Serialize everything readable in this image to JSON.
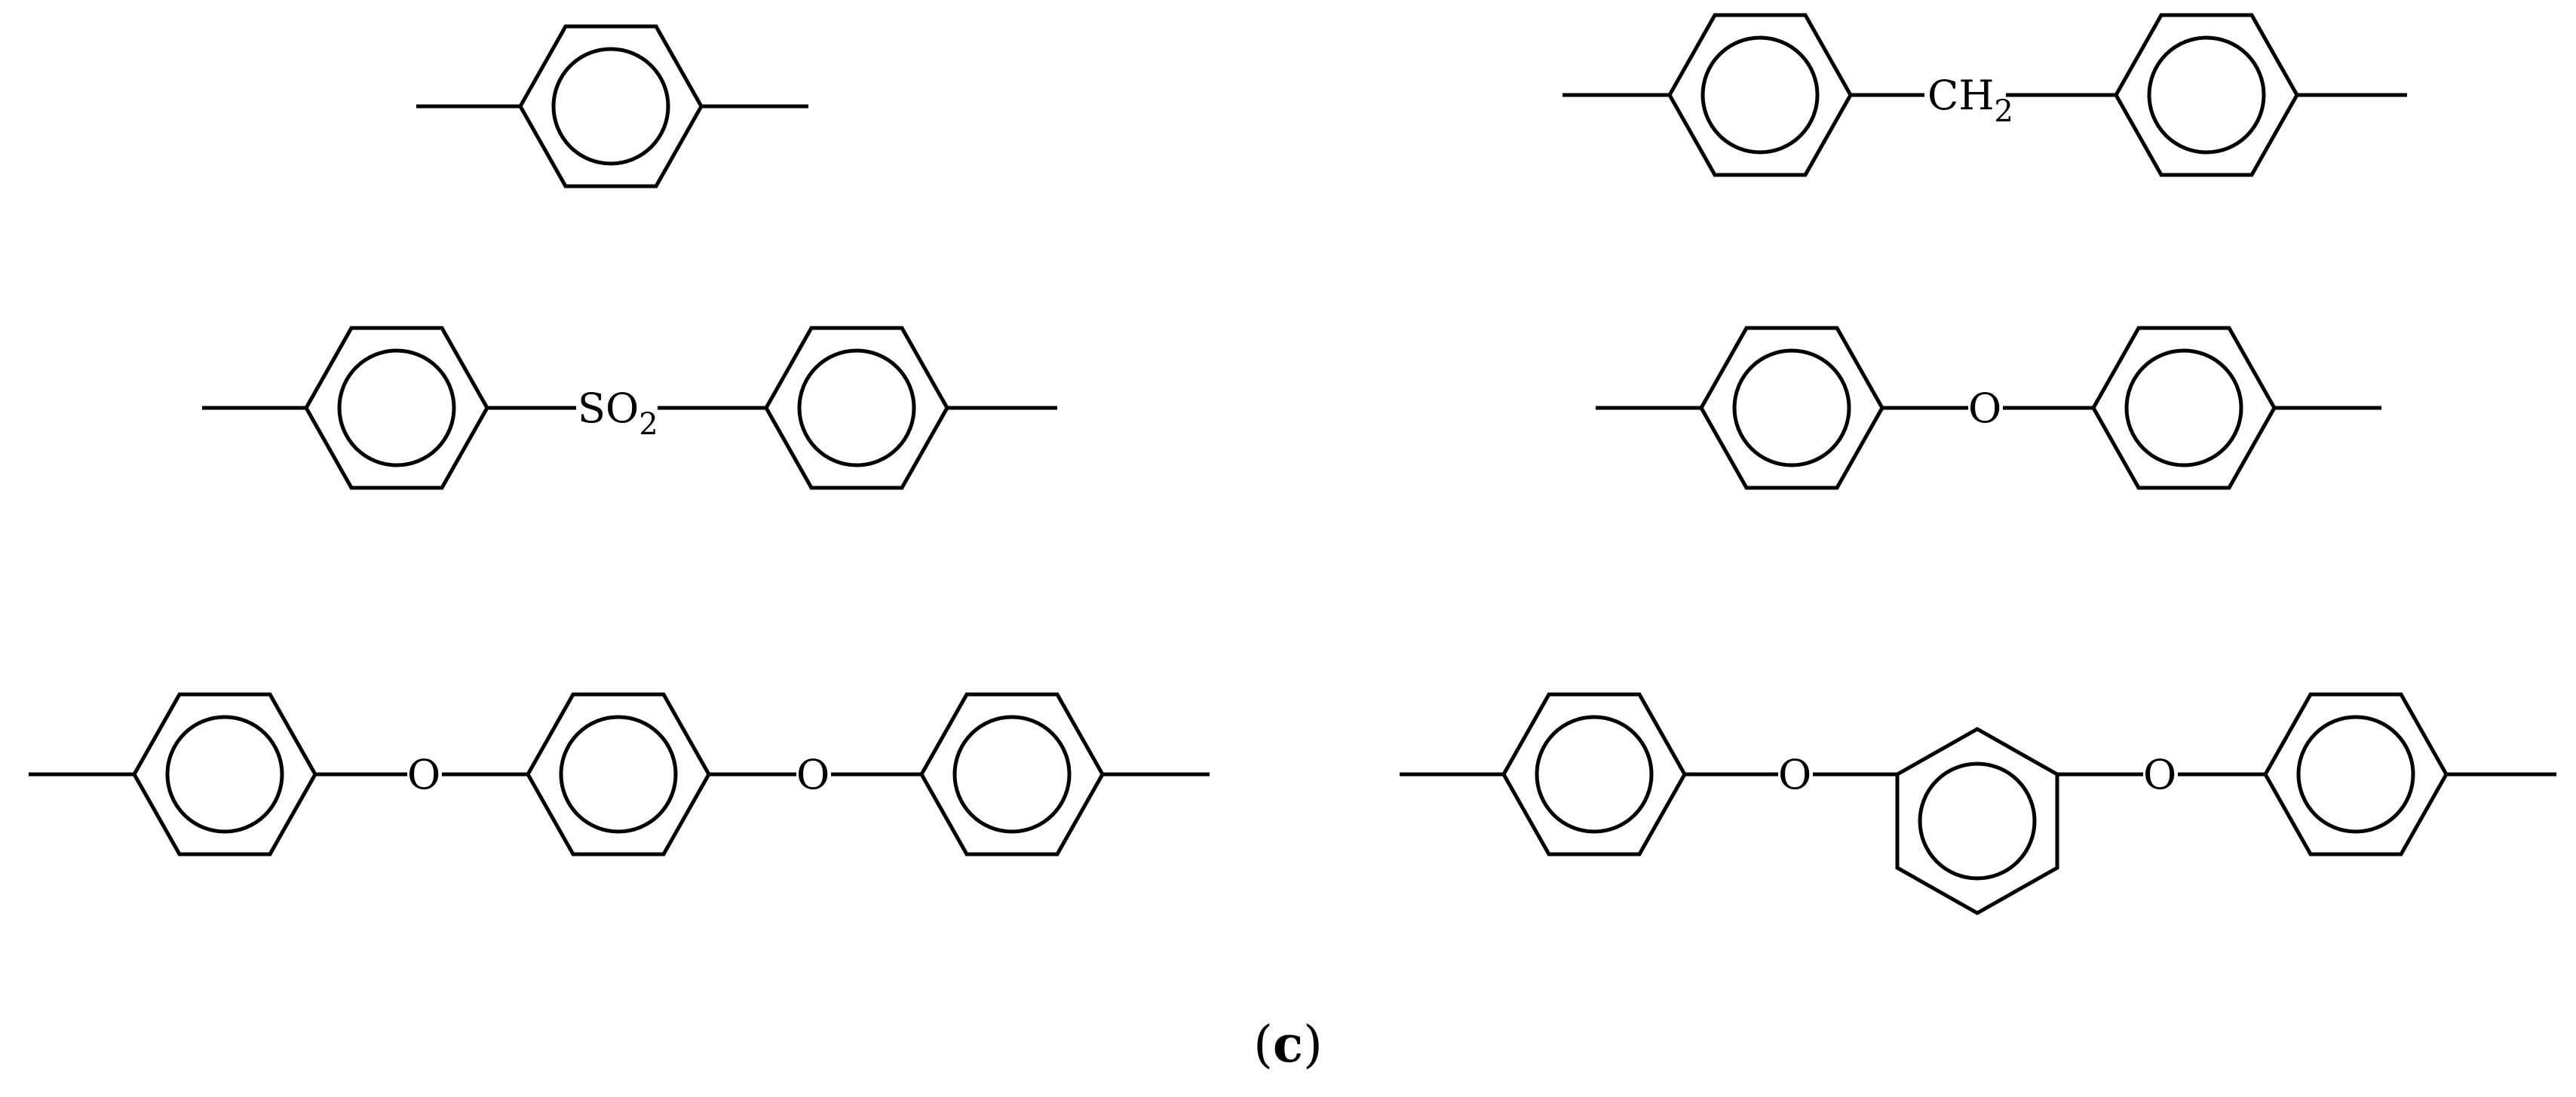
{
  "structures": [
    {
      "name": "p-phenylene",
      "labels": []
    },
    {
      "name": "methylenediphenyl",
      "labels": [
        {
          "main": "CH",
          "sub": "2"
        }
      ]
    },
    {
      "name": "diphenylsulfone",
      "labels": [
        {
          "main": "SO",
          "sub": "2"
        }
      ]
    },
    {
      "name": "diphenylether",
      "labels": [
        {
          "main": "O"
        }
      ]
    },
    {
      "name": "bis-phenoxy-p-phenylene",
      "labels": [
        {
          "main": "O"
        },
        {
          "main": "O"
        }
      ]
    },
    {
      "name": "bis-phenoxy-m-phenylene",
      "labels": [
        {
          "main": "O"
        },
        {
          "main": "O"
        }
      ]
    }
  ],
  "panel_label": {
    "open": "(",
    "letter": "c",
    "close": ")"
  }
}
